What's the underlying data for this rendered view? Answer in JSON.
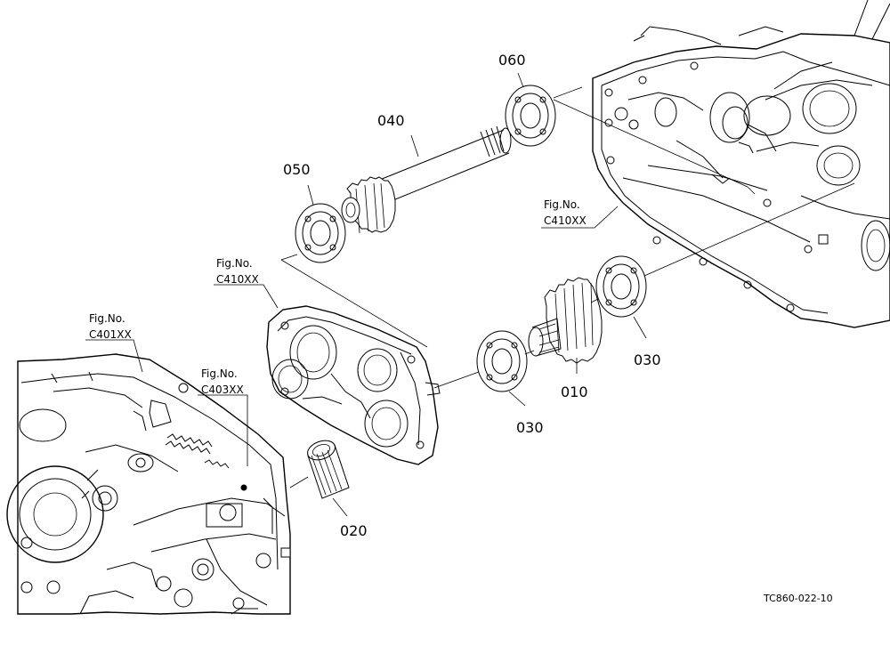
{
  "parts": {
    "p010": "010",
    "p020": "020",
    "p030a": "030",
    "p030b": "030",
    "p040": "040",
    "p050": "050",
    "p060": "060"
  },
  "figrefs": {
    "ref1": {
      "label": "Fig.No.",
      "code": "C410XX"
    },
    "ref2": {
      "label": "Fig.No.",
      "code": "C410XX"
    },
    "ref3": {
      "label": "Fig.No.",
      "code": "C401XX"
    },
    "ref4": {
      "label": "Fig.No.",
      "code": "C403XX"
    }
  },
  "drawing_code": "TC860-022-10",
  "colors": {
    "ink": "#000000",
    "paper": "#ffffff"
  }
}
